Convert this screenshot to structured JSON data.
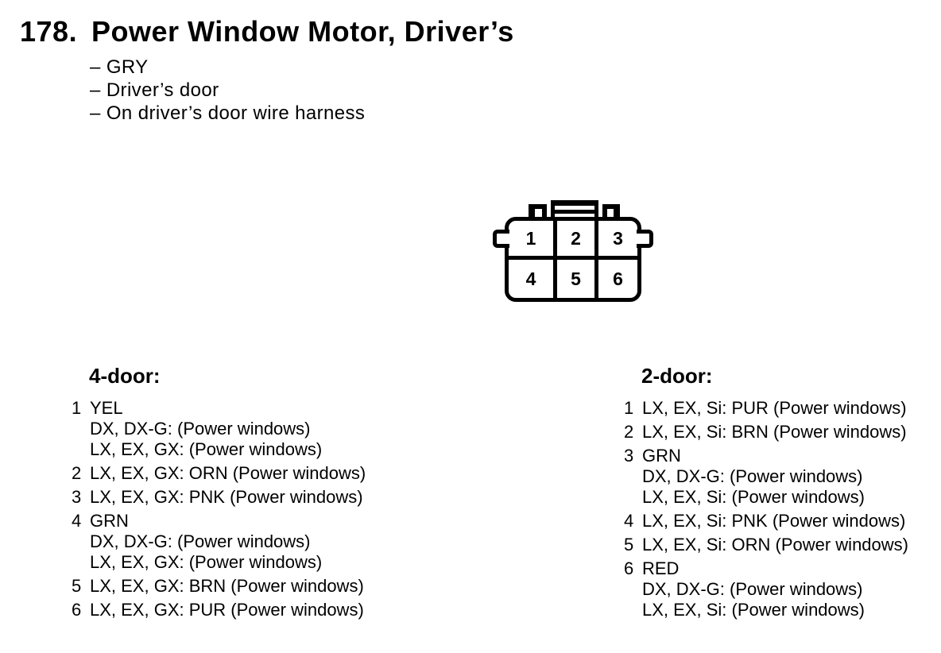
{
  "title": {
    "number": "178.",
    "text": "Power Window Motor, Driver’s"
  },
  "subtitle_lines": [
    "– GRY",
    "– Driver’s door",
    "– On driver’s door wire harness"
  ],
  "connector": {
    "description": "6-pin connector, 2 rows of 3",
    "pins": [
      "1",
      "2",
      "3",
      "4",
      "5",
      "6"
    ]
  },
  "columns": [
    {
      "heading": "4-door:",
      "entries": [
        {
          "num": "1",
          "lines": [
            "YEL",
            "DX, DX-G: (Power windows)",
            "LX, EX, GX: (Power windows)"
          ]
        },
        {
          "num": "2",
          "lines": [
            "LX, EX, GX: ORN (Power windows)"
          ]
        },
        {
          "num": "3",
          "lines": [
            "LX, EX, GX: PNK (Power windows)"
          ]
        },
        {
          "num": "4",
          "lines": [
            "GRN",
            "DX, DX-G: (Power windows)",
            "LX, EX, GX: (Power windows)"
          ]
        },
        {
          "num": "5",
          "lines": [
            "LX, EX, GX: BRN (Power windows)"
          ]
        },
        {
          "num": "6",
          "lines": [
            "LX, EX, GX: PUR (Power windows)"
          ]
        }
      ]
    },
    {
      "heading": "2-door:",
      "entries": [
        {
          "num": "1",
          "lines": [
            "LX, EX, Si: PUR (Power windows)"
          ]
        },
        {
          "num": "2",
          "lines": [
            "LX, EX, Si: BRN (Power windows)"
          ]
        },
        {
          "num": "3",
          "lines": [
            "GRN",
            "DX, DX-G: (Power windows)",
            "LX, EX, Si: (Power windows)"
          ]
        },
        {
          "num": "4",
          "lines": [
            "LX, EX, Si: PNK (Power windows)"
          ]
        },
        {
          "num": "5",
          "lines": [
            "LX, EX, Si: ORN (Power windows)"
          ]
        },
        {
          "num": "6",
          "lines": [
            "RED",
            "DX, DX-G: (Power windows)",
            "LX, EX, Si: (Power windows)"
          ]
        }
      ]
    }
  ],
  "colors": {
    "ink": "#000000",
    "paper": "#ffffff"
  }
}
